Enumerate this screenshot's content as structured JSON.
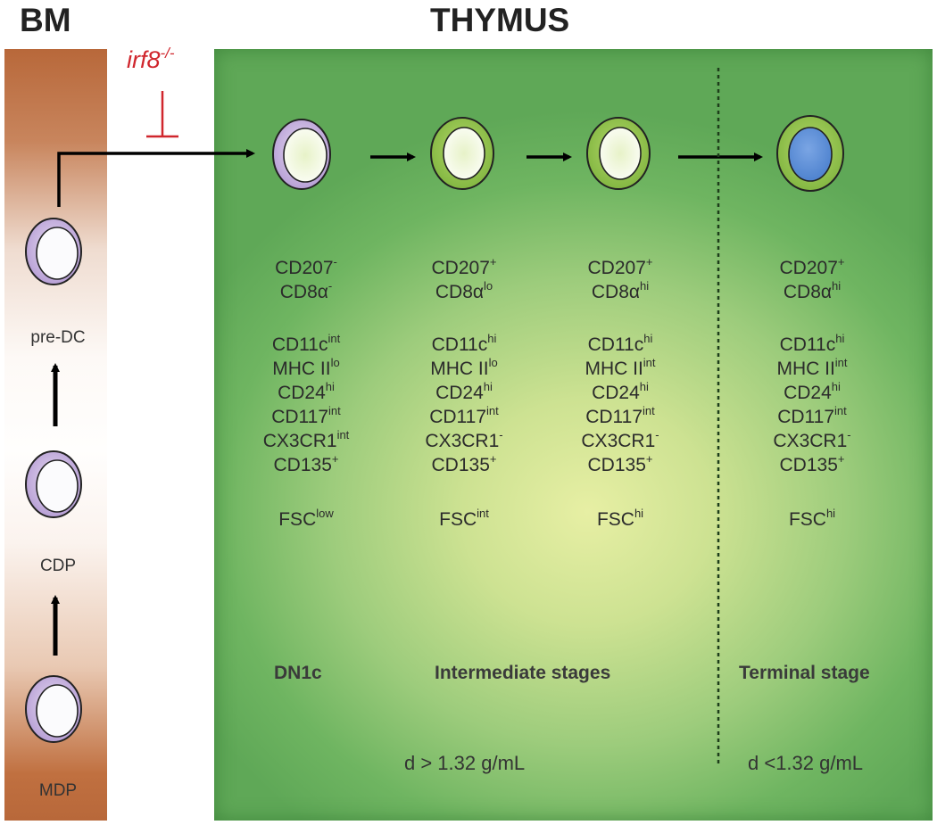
{
  "titles": {
    "bm": "BM",
    "thymus": "THYMUS"
  },
  "inhibitor": {
    "gene": "irf8",
    "genotype": "-/-",
    "color": "#d0262d"
  },
  "bm_cells": [
    "pre-DC",
    "CDP",
    "MDP"
  ],
  "colors": {
    "bm_brown": "#b8683a",
    "thymus_green": "#6fb561",
    "cell_purple": "#c2aedb",
    "cell_green": "#8cc04a",
    "cell_blue": "#5b8fd6"
  },
  "columns": [
    {
      "markers_a": [
        {
          "m": "CD207",
          "s": "-"
        },
        {
          "m": "CD8α",
          "s": "-"
        }
      ],
      "markers_b": [
        {
          "m": "CD11c",
          "s": "int"
        },
        {
          "m": "MHC II",
          "s": "lo"
        },
        {
          "m": "CD24",
          "s": "hi"
        },
        {
          "m": "CD117",
          "s": "int"
        },
        {
          "m": "CX3CR1",
          "s": "int"
        },
        {
          "m": "CD135",
          "s": "+"
        }
      ],
      "fsc": {
        "m": "FSC",
        "s": "low"
      }
    },
    {
      "markers_a": [
        {
          "m": "CD207",
          "s": "+"
        },
        {
          "m": "CD8α",
          "s": "lo"
        }
      ],
      "markers_b": [
        {
          "m": "CD11c",
          "s": "hi"
        },
        {
          "m": "MHC II",
          "s": "lo"
        },
        {
          "m": "CD24",
          "s": "hi"
        },
        {
          "m": "CD117",
          "s": "int"
        },
        {
          "m": "CX3CR1",
          "s": "-"
        },
        {
          "m": "CD135",
          "s": "+"
        }
      ],
      "fsc": {
        "m": "FSC",
        "s": "int"
      }
    },
    {
      "markers_a": [
        {
          "m": "CD207",
          "s": "+"
        },
        {
          "m": "CD8α",
          "s": "hi"
        }
      ],
      "markers_b": [
        {
          "m": "CD11c",
          "s": "hi"
        },
        {
          "m": "MHC II",
          "s": "int"
        },
        {
          "m": "CD24",
          "s": "hi"
        },
        {
          "m": "CD117",
          "s": "int"
        },
        {
          "m": "CX3CR1",
          "s": "-"
        },
        {
          "m": "CD135",
          "s": "+"
        }
      ],
      "fsc": {
        "m": "FSC",
        "s": "hi"
      }
    },
    {
      "markers_a": [
        {
          "m": "CD207",
          "s": "+"
        },
        {
          "m": "CD8α",
          "s": "hi"
        }
      ],
      "markers_b": [
        {
          "m": "CD11c",
          "s": "hi"
        },
        {
          "m": "MHC II",
          "s": "int"
        },
        {
          "m": "CD24",
          "s": "hi"
        },
        {
          "m": "CD117",
          "s": "int"
        },
        {
          "m": "CX3CR1",
          "s": "-"
        },
        {
          "m": "CD135",
          "s": "+"
        }
      ],
      "fsc": {
        "m": "FSC",
        "s": "hi"
      }
    }
  ],
  "stages": {
    "dn1c": "DN1c",
    "intermediate": "Intermediate stages",
    "terminal": "Terminal stage"
  },
  "density": {
    "left": "d > 1.32 g/mL",
    "right": "d <1.32 g/mL"
  }
}
